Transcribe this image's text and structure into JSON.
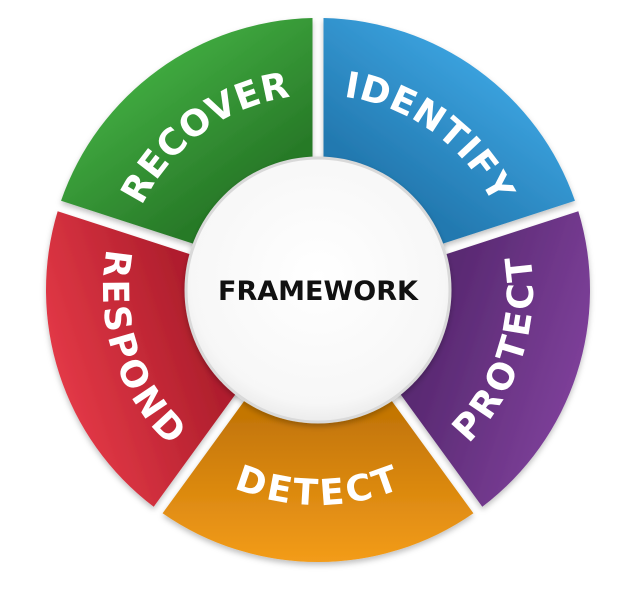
{
  "center": {
    "label": "FRAMEWORK"
  },
  "segments": [
    {
      "label": "IDENTIFY",
      "color": "#3aa0dc",
      "shade": "#2379b0"
    },
    {
      "label": "PROTECT",
      "color": "#7c3f98",
      "shade": "#5a2a73"
    },
    {
      "label": "DETECT",
      "color": "#f39c1a",
      "shade": "#c47606"
    },
    {
      "label": "RESPOND",
      "color": "#e23846",
      "shade": "#b01f2d"
    },
    {
      "label": "RECOVER",
      "color": "#3fa83f",
      "shade": "#287a28"
    }
  ]
}
